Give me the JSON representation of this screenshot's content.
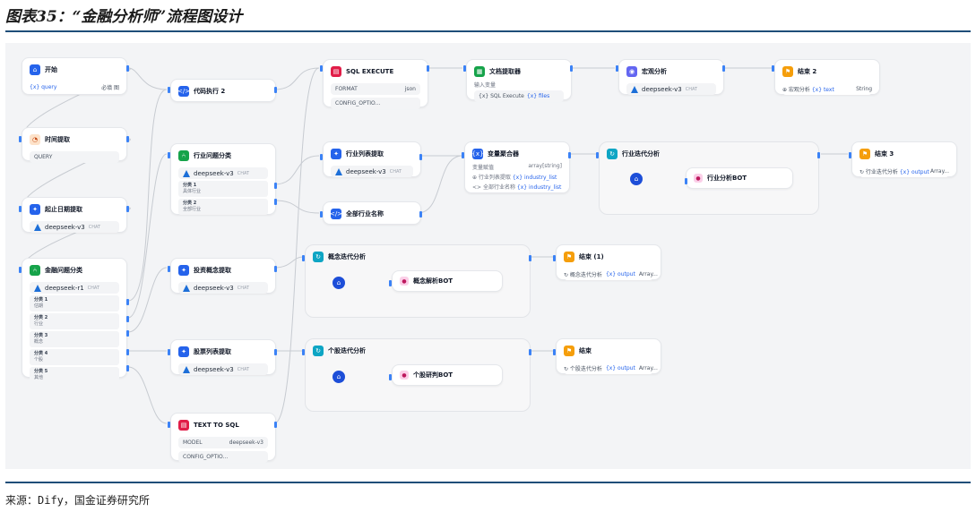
{
  "title": "图表35：“金融分析师”流程图设计",
  "source": "来源：Dify，国金证券研究所",
  "nodes": {
    "start": {
      "title": "开始",
      "var": "{x} query",
      "req": "必填 图"
    },
    "time": {
      "title": "时间提取",
      "field": "QUERY"
    },
    "date": {
      "title": "起止日期提取",
      "model": "deepseek-v3",
      "chat": "CHAT"
    },
    "fin": {
      "title": "金融问题分类",
      "model": "deepseek-r1",
      "chat": "CHAT",
      "classes": [
        {
          "k": "分类 1",
          "v": "估期"
        },
        {
          "k": "分类 2",
          "v": "行业"
        },
        {
          "k": "分类 3",
          "v": "概念"
        },
        {
          "k": "分类 4",
          "v": "个股"
        },
        {
          "k": "分类 5",
          "v": "其他"
        }
      ]
    },
    "code": {
      "title": "代码执行 2"
    },
    "ind": {
      "title": "行业问题分类",
      "model": "deepseek-v3",
      "chat": "CHAT",
      "classes": [
        {
          "k": "分类 1",
          "v": "具体行业"
        },
        {
          "k": "分类 2",
          "v": "全部行业"
        }
      ]
    },
    "concept": {
      "title": "投资概念提取",
      "model": "deepseek-v3",
      "chat": "CHAT"
    },
    "stocklist": {
      "title": "股票列表提取",
      "model": "deepseek-v3",
      "chat": "CHAT"
    },
    "t2s": {
      "title": "TEXT TO SQL",
      "f1k": "MODEL",
      "f1v": "deepseek-v3",
      "f2k": "CONFIG_OPTIO..."
    },
    "sqlx": {
      "title": "SQL EXECUTE",
      "f1k": "FORMAT",
      "f1v": "json",
      "f2k": "CONFIG_OPTIO..."
    },
    "indlist": {
      "title": "行业列表提取",
      "model": "deepseek-v3",
      "chat": "CHAT"
    },
    "allind": {
      "title": "全部行业名称"
    },
    "docx": {
      "title": "文档提取器",
      "sub": "输入变量",
      "pre": "{x} SQL Execute",
      "var": "{x} files"
    },
    "agg": {
      "title": "变量聚合器",
      "sub": "变量赋值",
      "type": "array[string]",
      "r1": "⊕ 行业列表提取",
      "r1v": "{x} industry_list",
      "r2": "<> 全部行业名称",
      "r2v": "{x} industry_list"
    },
    "macro": {
      "title": "宏观分析",
      "model": "deepseek-v3",
      "chat": "CHAT"
    },
    "end2": {
      "title": "结束 2",
      "pre": "⊕ 宏观分析",
      "var": "{x} text",
      "type": "String"
    },
    "inditer": {
      "title": "行业迭代分析",
      "bot": "行业分析BOT"
    },
    "end3": {
      "title": "结束 3",
      "pre": "↻ 行业迭代分析",
      "var": "{x} output",
      "type": "Array..."
    },
    "conceptiter": {
      "title": "概念迭代分析",
      "bot": "概念解析BOT"
    },
    "end1": {
      "title": "结束 (1)",
      "pre": "↻ 概念迭代分析",
      "var": "{x} output",
      "type": "Array..."
    },
    "stockiter": {
      "title": "个股迭代分析",
      "bot": "个股研判BOT"
    },
    "end": {
      "title": "结束",
      "pre": "↻ 个股迭代分析",
      "var": "{x} output",
      "type": "Array..."
    }
  },
  "icons": {
    "start": "home-icon",
    "llm": "brain-icon",
    "code": "code-icon",
    "tool": "database-icon",
    "end": "flag-icon",
    "iter": "loop-icon",
    "bot": "bot-icon"
  }
}
